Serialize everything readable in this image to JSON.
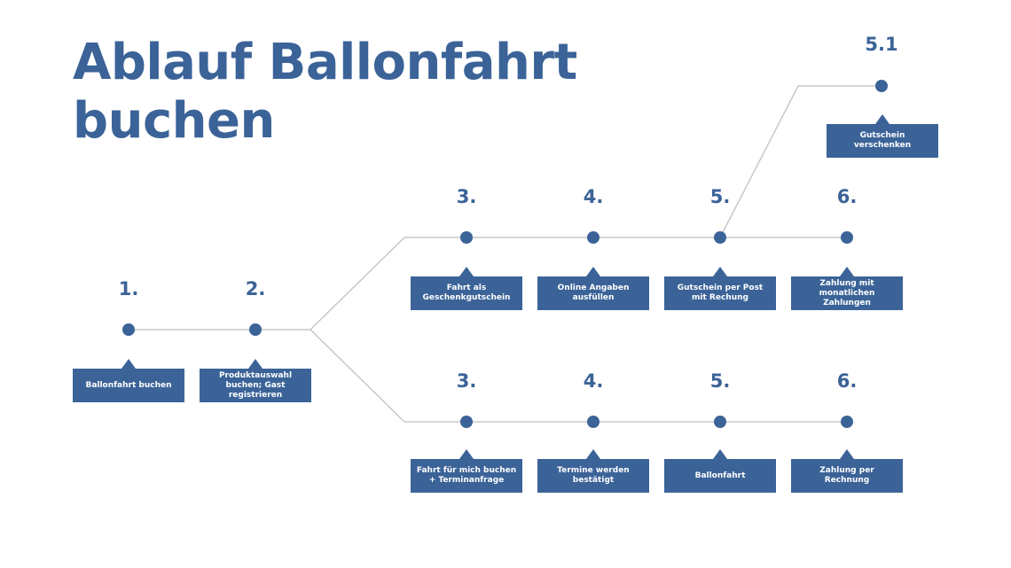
{
  "title": {
    "line1": "Ablauf Ballonfahrt",
    "line2": "buchen"
  },
  "colors": {
    "accent": "#3b6398",
    "line": "#c8c8c8"
  },
  "steps": {
    "s1": {
      "number": "1.",
      "label": "Ballonfahrt buchen"
    },
    "s2": {
      "number": "2.",
      "label": "Produktauswahl buchen; Gast registrieren"
    },
    "u3": {
      "number": "3.",
      "label": "Fahrt als Geschenkgutschein"
    },
    "u4": {
      "number": "4.",
      "label": "Online Angaben ausfüllen"
    },
    "u5": {
      "number": "5.",
      "label": "Gutschein per Post mit Rechung"
    },
    "u6": {
      "number": "6.",
      "label": "Zahlung mit monatlichen Zahlungen"
    },
    "u51": {
      "number": "5.1",
      "label": "Gutschein verschenken"
    },
    "l3": {
      "number": "3.",
      "label": "Fahrt für mich buchen + Terminanfrage"
    },
    "l4": {
      "number": "4.",
      "label": "Termine werden bestätigt"
    },
    "l5": {
      "number": "5.",
      "label": "Ballonfahrt"
    },
    "l6": {
      "number": "6.",
      "label": "Zahlung per Rechnung"
    }
  }
}
